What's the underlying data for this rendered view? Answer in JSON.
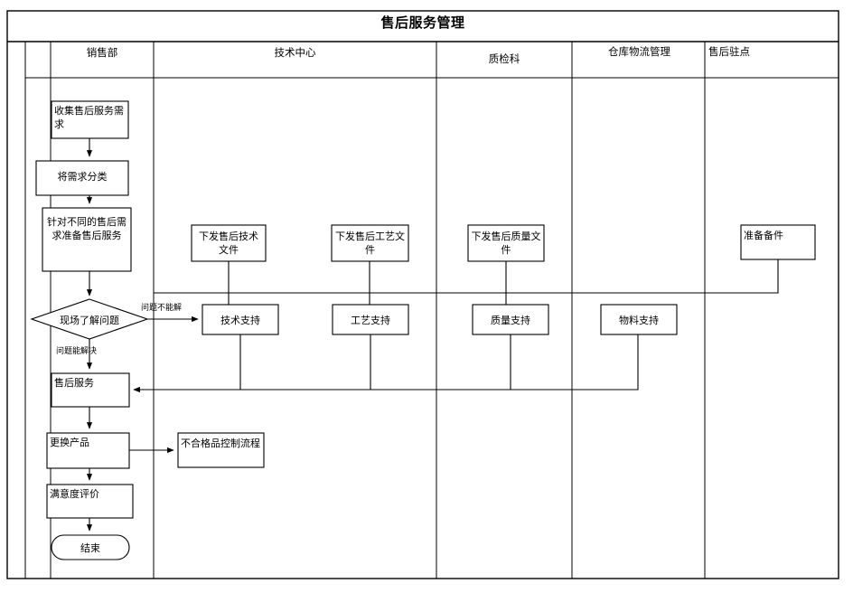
{
  "diagram": {
    "title": "售后服务管理",
    "type": "cross-functional-flowchart",
    "lanes": [
      {
        "id": "sales",
        "label": "销售部"
      },
      {
        "id": "tech",
        "label": "技术中心"
      },
      {
        "id": "qc",
        "label": "质检科"
      },
      {
        "id": "warehouse",
        "label": "仓库物流管理"
      },
      {
        "id": "station",
        "label": "售后驻点"
      }
    ],
    "nodes": [
      {
        "id": "n1",
        "lane": "sales",
        "shape": "process",
        "label": "收集售后服务需求"
      },
      {
        "id": "n2",
        "lane": "sales",
        "shape": "process",
        "label": "将需求分类"
      },
      {
        "id": "n3",
        "lane": "sales",
        "shape": "process",
        "label": "针对不同的售后需求准备售后服务"
      },
      {
        "id": "n4",
        "lane": "sales",
        "shape": "decision",
        "label": "现场了解问题"
      },
      {
        "id": "n5",
        "lane": "sales",
        "shape": "process",
        "label": "售后服务"
      },
      {
        "id": "n6",
        "lane": "sales",
        "shape": "process",
        "label": "更换产品"
      },
      {
        "id": "n7",
        "lane": "sales",
        "shape": "process",
        "label": "满意度评价"
      },
      {
        "id": "n8",
        "lane": "sales",
        "shape": "terminator",
        "label": "结束"
      },
      {
        "id": "n9",
        "lane": "tech",
        "shape": "process",
        "label": "下发售后技术文件"
      },
      {
        "id": "n10",
        "lane": "tech",
        "shape": "process",
        "label": "下发售后工艺文件"
      },
      {
        "id": "n11",
        "lane": "tech",
        "shape": "process",
        "label": "技术支持"
      },
      {
        "id": "n12",
        "lane": "tech",
        "shape": "process",
        "label": "工艺支持"
      },
      {
        "id": "n13",
        "lane": "tech",
        "shape": "process",
        "label": "不合格品控制流程"
      },
      {
        "id": "n14",
        "lane": "qc",
        "shape": "process",
        "label": "下发售后质量文件"
      },
      {
        "id": "n15",
        "lane": "qc",
        "shape": "process",
        "label": "质量支持"
      },
      {
        "id": "n16",
        "lane": "warehouse",
        "shape": "process",
        "label": "物料支持"
      },
      {
        "id": "n17",
        "lane": "station",
        "shape": "process",
        "label": "准备备件"
      }
    ],
    "edge_labels": [
      {
        "id": "e1",
        "label": "问题不能解"
      },
      {
        "id": "e2",
        "label": "问题能解决"
      }
    ],
    "colors": {
      "stroke": "#000000",
      "fill": "#ffffff",
      "text": "#000000"
    }
  }
}
